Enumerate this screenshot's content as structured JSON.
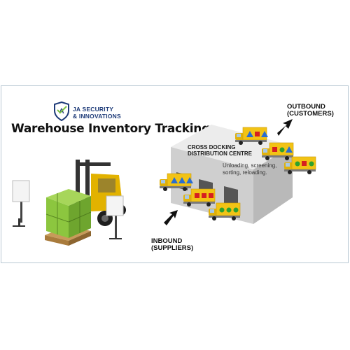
{
  "logo": {
    "line1": "JA SECURITY",
    "line2": "& INNOVATIONS",
    "shield_color": "#1d3a78",
    "accent_color": "#7ac143"
  },
  "title": "Warehouse Inventory Tracking",
  "outbound": {
    "line1": "OUTBOUND",
    "line2": "(CUSTOMERS)"
  },
  "inbound": {
    "line1": "INBOUND",
    "line2": "(SUPPLIERS)"
  },
  "centre": {
    "line1": "CROSS DOCKING",
    "line2": "DISTRIBUTION CENTRE",
    "desc1": "Unloading, screening,",
    "desc2": "sorting, reloading."
  },
  "colors": {
    "truck": "#f2c315",
    "blue_shape": "#2a6dd1",
    "red_shape": "#d62020",
    "green_shape": "#2da12d",
    "building": "#d6d6d6",
    "crate": "#8cc63f"
  }
}
